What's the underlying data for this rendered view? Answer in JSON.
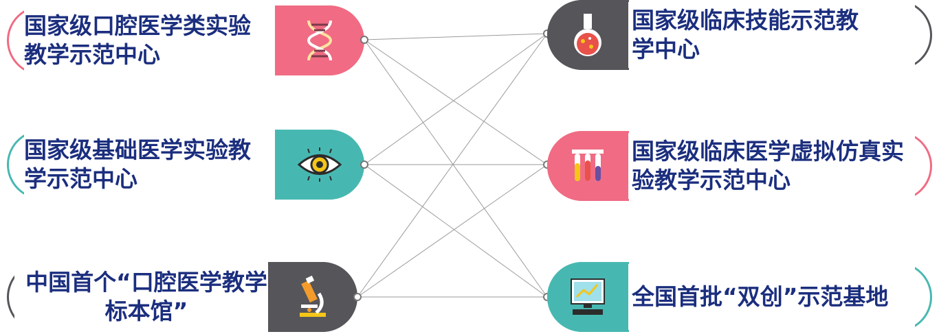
{
  "left_nodes": [
    {
      "text": "国家级口腔医学类实验教学示范中心",
      "icon": "dna-icon",
      "color": "#f06b83"
    },
    {
      "text": "国家级基础医学实验教学示范中心",
      "icon": "eye-icon",
      "color": "#47b8b1"
    },
    {
      "text": "中国首个“口腔医学教学标本馆”",
      "icon": "microscope-icon",
      "color": "#55555a"
    }
  ],
  "right_nodes": [
    {
      "text": "国家级临床技能示范教学中心",
      "icon": "flask-icon",
      "color": "#55555a"
    },
    {
      "text": "国家级临床医学虚拟仿真实验教学示范中心",
      "icon": "test-tubes-icon",
      "color": "#f06b83"
    },
    {
      "text": "全国首批“双创”示范基地",
      "icon": "computer-icon",
      "color": "#47b8b1"
    }
  ],
  "connections": [
    [
      0,
      0
    ],
    [
      0,
      1
    ],
    [
      0,
      2
    ],
    [
      1,
      0
    ],
    [
      1,
      1
    ],
    [
      1,
      2
    ],
    [
      2,
      0
    ],
    [
      2,
      1
    ],
    [
      2,
      2
    ]
  ]
}
